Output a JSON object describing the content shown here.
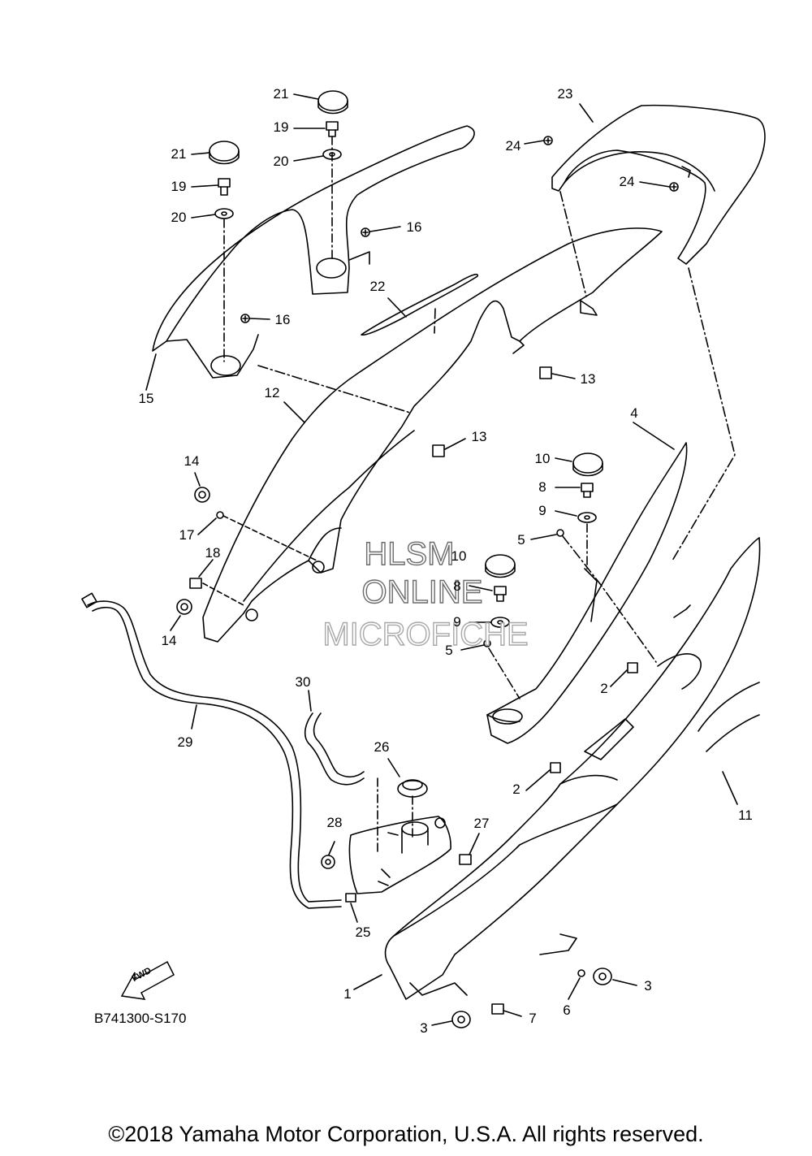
{
  "watermark": {
    "line1": "HLSM",
    "line2": "ONLINE",
    "line3": "MICROFICHE"
  },
  "diagram_code": "B741300-S170",
  "fwd_label": "FWD",
  "copyright": "©2018 Yamaha Motor Corporation, U.S.A. All rights reserved.",
  "callouts": [
    {
      "n": "21"
    },
    {
      "n": "19"
    },
    {
      "n": "20"
    },
    {
      "n": "21"
    },
    {
      "n": "19"
    },
    {
      "n": "20"
    },
    {
      "n": "16"
    },
    {
      "n": "16"
    },
    {
      "n": "15"
    },
    {
      "n": "22"
    },
    {
      "n": "23"
    },
    {
      "n": "24"
    },
    {
      "n": "24"
    },
    {
      "n": "13"
    },
    {
      "n": "12"
    },
    {
      "n": "13"
    },
    {
      "n": "14"
    },
    {
      "n": "17"
    },
    {
      "n": "18"
    },
    {
      "n": "14"
    },
    {
      "n": "4"
    },
    {
      "n": "10"
    },
    {
      "n": "8"
    },
    {
      "n": "9"
    },
    {
      "n": "5"
    },
    {
      "n": "10"
    },
    {
      "n": "8"
    },
    {
      "n": "9"
    },
    {
      "n": "5"
    },
    {
      "n": "2"
    },
    {
      "n": "30"
    },
    {
      "n": "29"
    },
    {
      "n": "26"
    },
    {
      "n": "2"
    },
    {
      "n": "11"
    },
    {
      "n": "28"
    },
    {
      "n": "27"
    },
    {
      "n": "25"
    },
    {
      "n": "1"
    },
    {
      "n": "3"
    },
    {
      "n": "6"
    },
    {
      "n": "7"
    },
    {
      "n": "3"
    }
  ]
}
